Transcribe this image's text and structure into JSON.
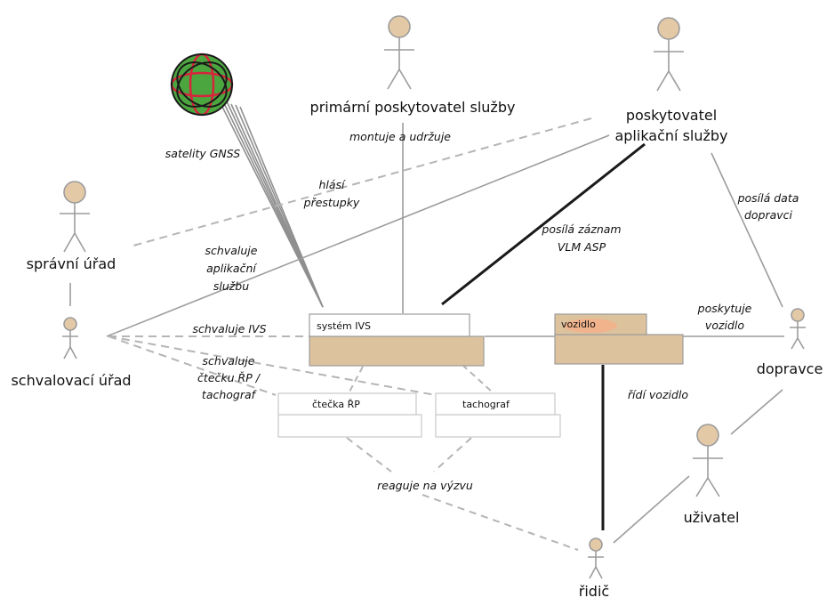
{
  "actors": {
    "primary_provider": "primární poskytovatel služby",
    "app_provider_line1": "poskytovatel",
    "app_provider_line2": "aplikační služby",
    "admin_office": "správní úřad",
    "approval_office": "schvalovací úřad",
    "carrier": "dopravce",
    "user": "uživatel",
    "driver": "řidič"
  },
  "components": {
    "ivs": "systém IVS",
    "vehicle": "vozidlo",
    "card_reader": "čtečka ŘP",
    "tachograph": "tachograf",
    "satellites": "satelity GNSS"
  },
  "relations": {
    "installs_line1": "montuje a udržuje",
    "reports_line1": "hlásí",
    "reports_line2": "přestupky",
    "sends_record_line1": "posílá záznam",
    "sends_record_line2": "VLM ASP",
    "sends_data_line1": "posílá data",
    "sends_data_line2": "dopravci",
    "approves_app_line1": "schvaluje",
    "approves_app_line2": "aplikační",
    "approves_app_line3": "službu",
    "approves_ivs": "schvaluje IVS",
    "approves_reader_line1": "schvaluje",
    "approves_reader_line2": "čtečku ŘP /",
    "approves_reader_line3": "tachograf",
    "provides_vehicle_line1": "poskytuje",
    "provides_vehicle_line2": "vozidlo",
    "drives_vehicle": "řídí vozidlo",
    "responds": "reaguje na výzvu"
  },
  "colors": {
    "actor_fill": "#e4c9a6",
    "box_fill": "#dcc29d",
    "line_gray": "#9c9c9c",
    "dash_gray": "#b5b5b5",
    "strong_line": "#1a1a1a",
    "globe_green": "#4ca63f",
    "globe_red": "#d8243c"
  }
}
